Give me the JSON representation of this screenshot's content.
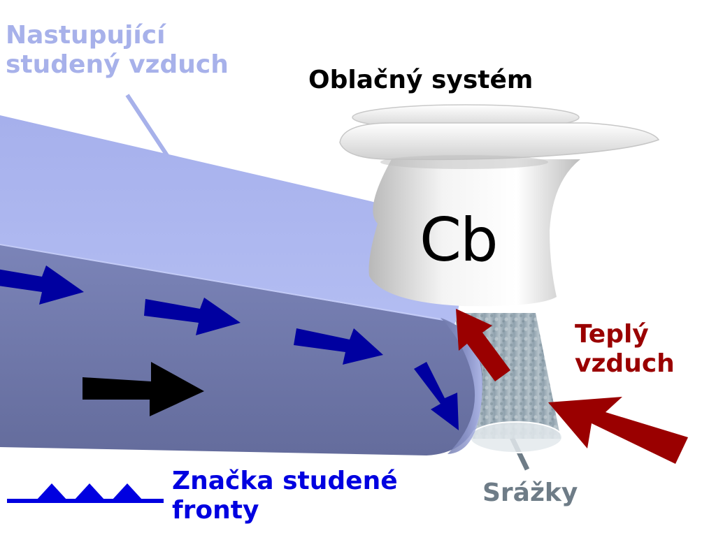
{
  "labels": {
    "cold_air": [
      "Nastupující",
      "studený vzduch"
    ],
    "cloud_system": "Oblačný systém",
    "cloud_type": "Cb",
    "warm_air": [
      "Teplý",
      "vzduch"
    ],
    "precipitation": "Srážky",
    "front_symbol": [
      "Značka studené",
      "fronty"
    ]
  },
  "colors": {
    "cold_air_text": "#a7b1ea",
    "cold_air_mass_top": "#a8b3ee",
    "cold_air_mass_side": "#6e77a8",
    "cold_flow_arrow": "#0000a0",
    "front_motion_arrow": "#000000",
    "warm_air": "#9a0000",
    "front_symbol": "#0000e0",
    "precipitation": "#6e7c87",
    "cloud": "#e8e8e8"
  },
  "icons": [
    "cold-front-symbol-icon",
    "cold-flow-arrow-icon",
    "front-motion-arrow-icon",
    "warm-air-arrow-icon",
    "cumulonimbus-cloud-icon",
    "precipitation-column-icon"
  ]
}
